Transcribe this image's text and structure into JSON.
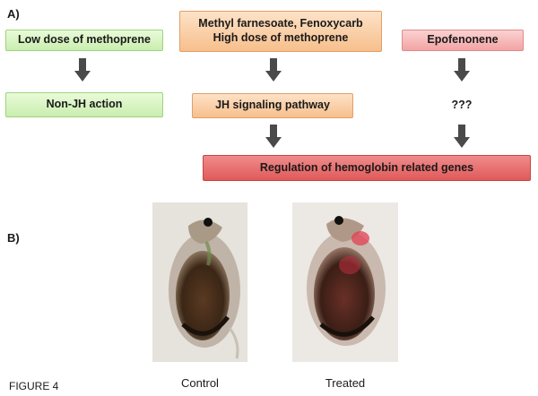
{
  "panel_a": {
    "label": "A)",
    "boxes": {
      "low_dose": "Low dose of methoprene",
      "methyl_line1": "Methyl farnesoate, Fenoxycarb",
      "methyl_line2": "High dose of methoprene",
      "epofenonene": "Epofenonene",
      "non_jh": "Non-JH action",
      "jh_signaling": "JH signaling pathway",
      "unknown": "???",
      "regulation": "Regulation of hemoglobin related genes"
    }
  },
  "panel_b": {
    "label": "B)",
    "captions": {
      "control": "Control",
      "treated": "Treated"
    }
  },
  "figure_label": "FIGURE 4",
  "colors": {
    "green_box": "#c9eeae",
    "orange_box": "#f7bf8c",
    "pink_box": "#f3a4a4",
    "red_box": "#e05a5a",
    "arrow": "#4a4a4a"
  }
}
